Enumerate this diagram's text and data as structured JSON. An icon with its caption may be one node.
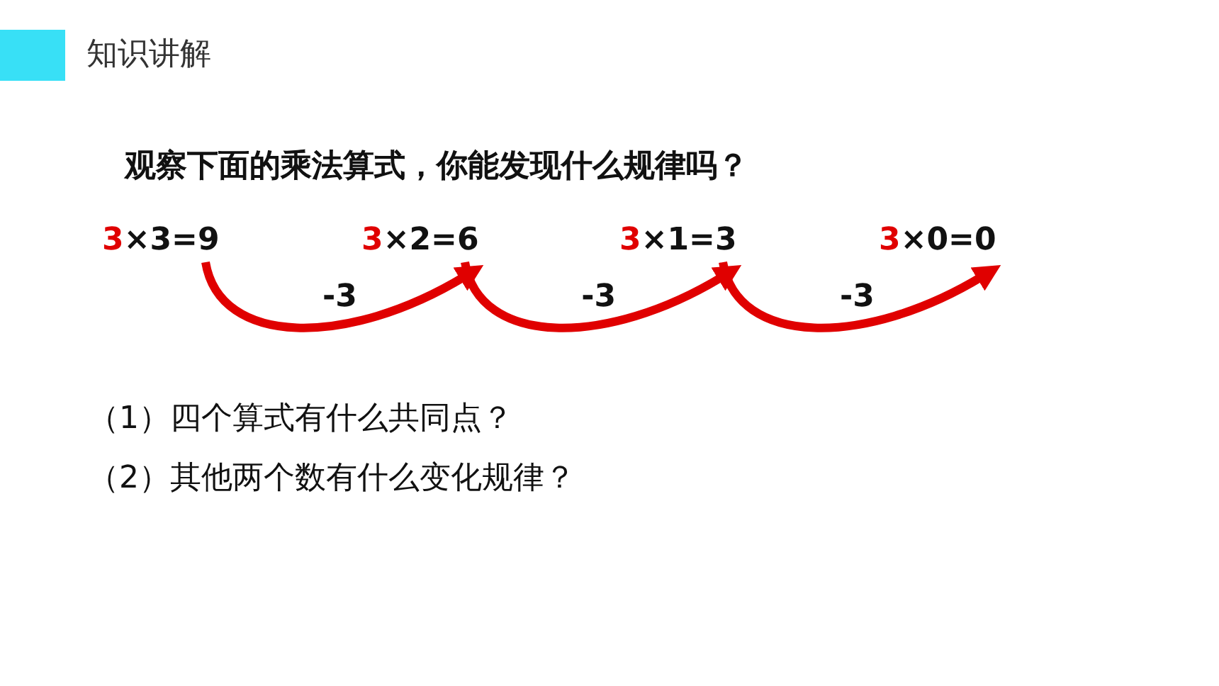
{
  "diagram": {
    "title": "知识讲解",
    "nodes": [
      {
        "text": [
          "3",
          "×3=9"
        ]
      },
      {
        "text": [
          "3",
          "×2=6"
        ]
      },
      {
        "text": [
          "3",
          "×1=3"
        ]
      },
      {
        "text": [
          "3",
          "×0=0"
        ]
      }
    ],
    "edges": [
      {
        "from": 0,
        "to": 1,
        "arrow": "to",
        "label": "-3"
      },
      {
        "from": 1,
        "to": 2,
        "arrow": "to",
        "label": "-3"
      },
      {
        "from": 2,
        "to": 3,
        "arrow": "to",
        "label": "-3"
      }
    ],
    "labels": [
      "观察下面的乘法算式，你能发现什么规律吗？",
      "（1）四个算式有什么共同点？",
      "（2）其他两个数有什么变化规律？"
    ]
  }
}
